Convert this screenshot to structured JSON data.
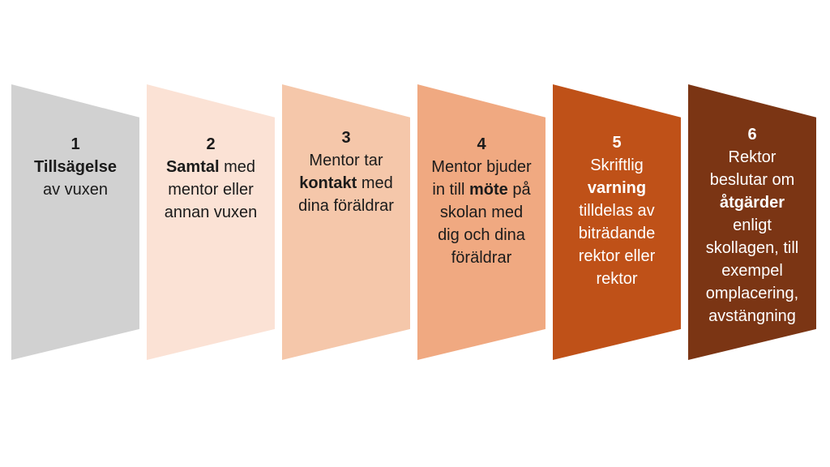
{
  "slide": {
    "background_color": "#FFFFFF",
    "steps": [
      {
        "number": "1",
        "background_color": "#D1D1D1",
        "text_color": "#1B1B1B",
        "lines": [
          [
            {
              "text": "Tillsägelse",
              "bold": true
            }
          ],
          [
            {
              "text": "av vuxen",
              "bold": false
            }
          ]
        ]
      },
      {
        "number": "2",
        "background_color": "#FBE2D5",
        "text_color": "#1B1B1B",
        "lines": [
          [
            {
              "text": "Samtal",
              "bold": true
            },
            {
              "text": " med",
              "bold": false
            }
          ],
          [
            {
              "text": "mentor eller",
              "bold": false
            }
          ],
          [
            {
              "text": "annan vuxen",
              "bold": false
            }
          ]
        ]
      },
      {
        "number": "3",
        "background_color": "#F5C7AA",
        "text_color": "#1B1B1B",
        "lines": [
          [
            {
              "text": "Mentor tar",
              "bold": false
            }
          ],
          [
            {
              "text": "kontakt",
              "bold": true
            },
            {
              "text": " med",
              "bold": false
            }
          ],
          [
            {
              "text": "dina föräldrar",
              "bold": false
            }
          ]
        ]
      },
      {
        "number": "4",
        "background_color": "#F0A981",
        "text_color": "#1B1B1B",
        "lines": [
          [
            {
              "text": "Mentor bjuder",
              "bold": false
            }
          ],
          [
            {
              "text": "in till ",
              "bold": false
            },
            {
              "text": "möte",
              "bold": true
            },
            {
              "text": " på",
              "bold": false
            }
          ],
          [
            {
              "text": "skolan med",
              "bold": false
            }
          ],
          [
            {
              "text": "dig och dina",
              "bold": false
            }
          ],
          [
            {
              "text": "föräldrar",
              "bold": false
            }
          ]
        ]
      },
      {
        "number": "5",
        "background_color": "#BF5118",
        "text_color": "#FFFFFF",
        "lines": [
          [
            {
              "text": "Skriftlig",
              "bold": false
            }
          ],
          [
            {
              "text": "varning",
              "bold": true
            }
          ],
          [
            {
              "text": "tilldelas av",
              "bold": false
            }
          ],
          [
            {
              "text": "biträdande",
              "bold": false
            }
          ],
          [
            {
              "text": "rektor eller",
              "bold": false
            }
          ],
          [
            {
              "text": "rektor",
              "bold": false
            }
          ]
        ]
      },
      {
        "number": "6",
        "background_color": "#7B3514",
        "text_color": "#FFFFFF",
        "lines": [
          [
            {
              "text": "Rektor",
              "bold": false
            }
          ],
          [
            {
              "text": "beslutar om",
              "bold": false
            }
          ],
          [
            {
              "text": "åtgärder",
              "bold": true
            }
          ],
          [
            {
              "text": "enligt",
              "bold": false
            }
          ],
          [
            {
              "text": "skollagen, till",
              "bold": false
            }
          ],
          [
            {
              "text": "exempel",
              "bold": false
            }
          ],
          [
            {
              "text": "omplacering,",
              "bold": false
            }
          ],
          [
            {
              "text": "avstängning",
              "bold": false
            }
          ]
        ]
      }
    ]
  }
}
